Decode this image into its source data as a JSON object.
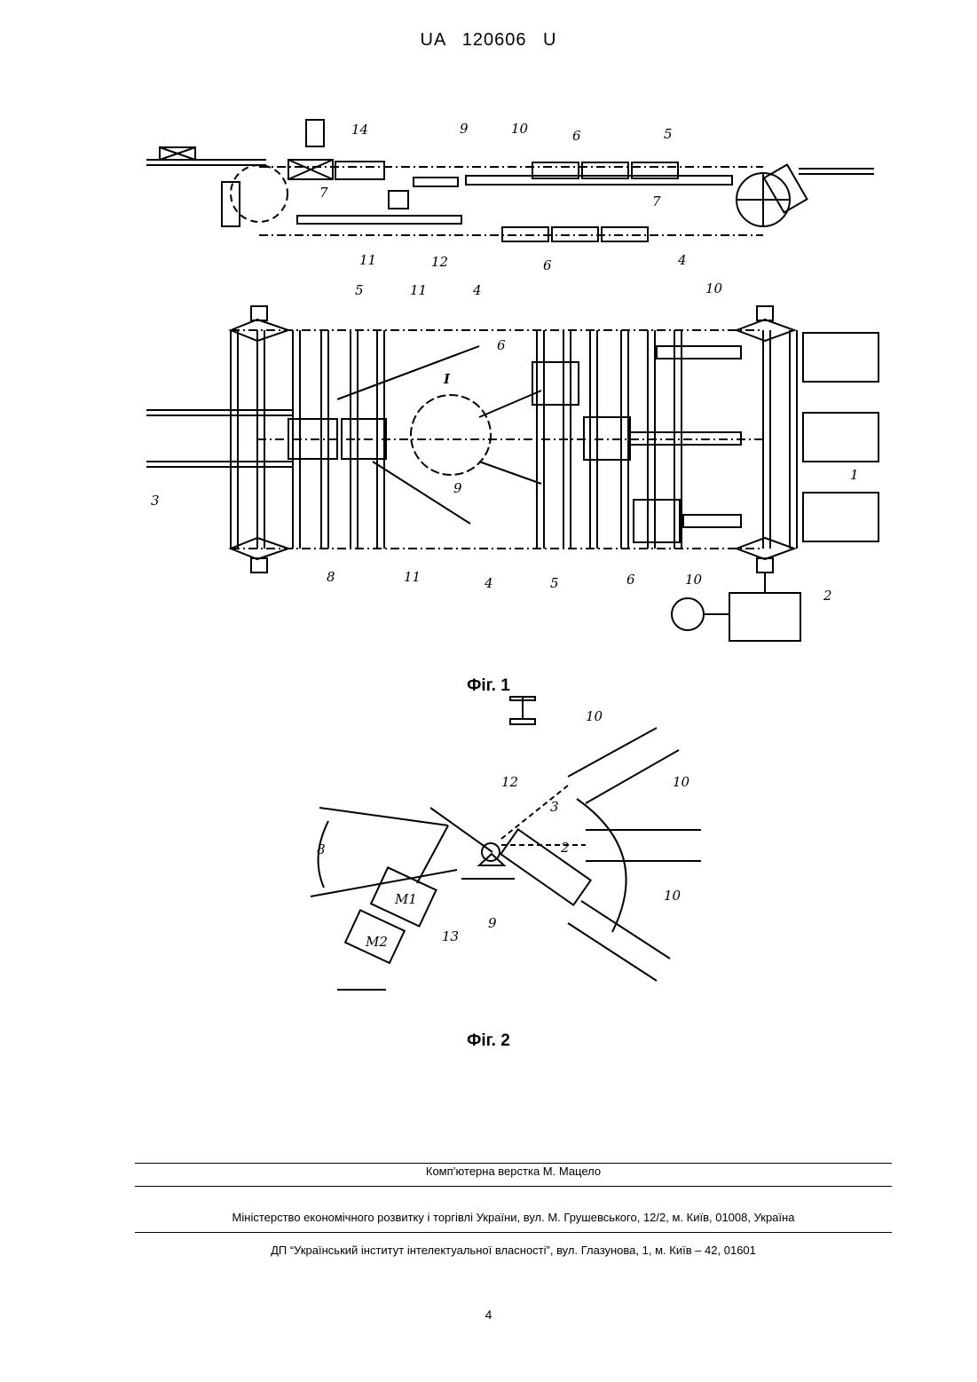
{
  "header": {
    "patent": "UA   120606   U"
  },
  "figures": {
    "fig1_caption": "Фіг. 1",
    "fig2_caption": "Фіг. 2",
    "detail_label": "I",
    "fig1_top_labels": [
      "14",
      "9",
      "10",
      "6",
      "5",
      "7",
      "7",
      "11",
      "12",
      "6",
      "4"
    ],
    "fig1_plan_labels": [
      "5",
      "11",
      "4",
      "10",
      "6",
      "I",
      "1",
      "3",
      "8",
      "11",
      "9",
      "4",
      "5",
      "6",
      "10",
      "2"
    ],
    "fig2_labels": [
      "10",
      "10",
      "10",
      "12",
      "8",
      "3",
      "2",
      "9",
      "M1",
      "M2",
      "13"
    ]
  },
  "footer": {
    "line1": "Комп’ютерна верстка М. Мацело",
    "line2": "Міністерство економічного розвитку і торгівлі України, вул. М. Грушевського, 12/2, м. Київ, 01008, Україна",
    "line3": "ДП “Український інститут інтелектуальної власності”, вул. Глазунова, 1, м. Київ – 42, 01601"
  },
  "page_number": "4"
}
